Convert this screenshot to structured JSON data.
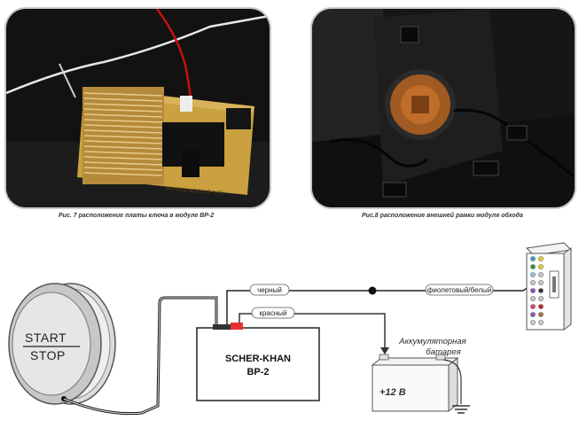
{
  "photos": {
    "left": {
      "caption": "Рис. 7 расположение платы ключа в модуле BP-2",
      "board_marking": "BYPASS  MODULE-1-01"
    },
    "right": {
      "caption": "Рис.8 расположение внешней рамки модуля обхода"
    }
  },
  "diagram": {
    "start_button": {
      "line1": "START",
      "line2": "STOP"
    },
    "module": {
      "line1": "SCHER-KHAN",
      "line2": "BP-2"
    },
    "wires": {
      "black": "черный",
      "red": "красный",
      "violet_white": "фиолетовый/белый"
    },
    "battery": {
      "label_line1": "Аккумуляторная",
      "label_line2": "батарея",
      "voltage": "+12 В"
    },
    "colors": {
      "wire_red": "#d62020",
      "connector_red": "#e83030",
      "battery_label": "#2b2b2b"
    }
  }
}
